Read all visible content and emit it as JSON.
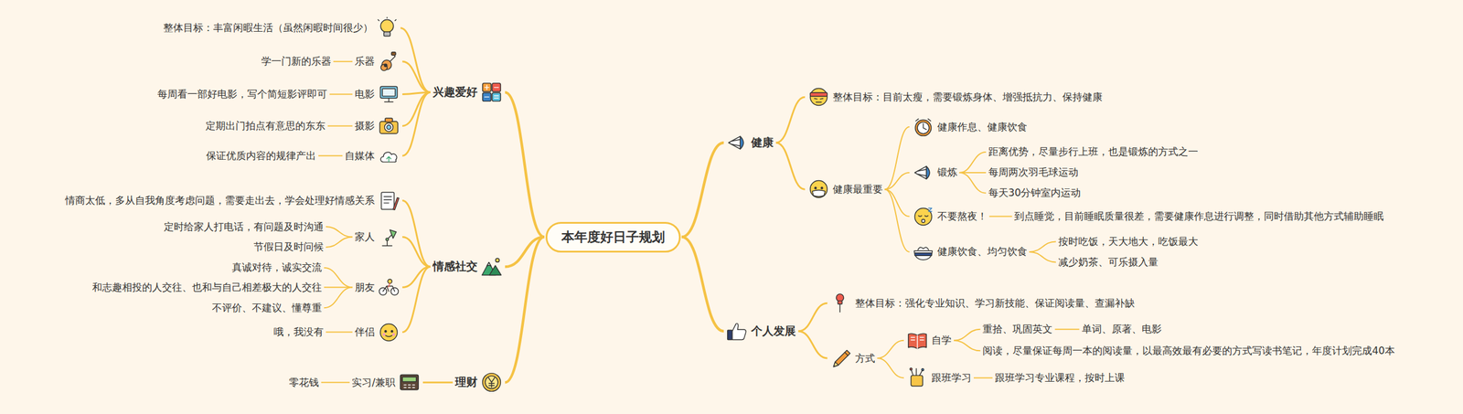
{
  "diagram": {
    "nodes": [
      {
        "text": [
          "本年度好日子规划"
        ]
      },
      {
        "text": [
          "兴趣爱好"
        ]
      },
      {
        "text": [
          "整体目标：丰富闲暇生活（虽然闲暇时间很少）"
        ]
      },
      {
        "text": [
          "乐器"
        ]
      },
      {
        "text": [
          "学一门新的乐器"
        ]
      },
      {
        "text": [
          "电影"
        ]
      },
      {
        "text": [
          "每周看一部好电影，写个简短影评即可"
        ]
      },
      {
        "text": [
          "摄影"
        ]
      },
      {
        "text": [
          "定期出门拍点有意思的东东"
        ]
      },
      {
        "text": [
          "自媒体"
        ]
      },
      {
        "text": [
          "保证优质内容的规律产出"
        ]
      },
      {
        "text": [
          "情感社交"
        ]
      },
      {
        "text": [
          "情商太低，多从自我角度考虑问题，需要走出去，学会处理好情感关系"
        ]
      },
      {
        "text": [
          "家人"
        ]
      },
      {
        "text": [
          "定时给家人打电话，有问题及时沟通"
        ]
      },
      {
        "text": [
          "节假日及时问候"
        ]
      },
      {
        "text": [
          "朋友"
        ]
      },
      {
        "text": [
          "真诚对待，诚实交流"
        ]
      },
      {
        "text": [
          "和志趣相投的人交往、也和与自己相差极大的人交往"
        ]
      },
      {
        "text": [
          "不评价、不建议、懂尊重"
        ]
      },
      {
        "text": [
          "伴侣"
        ]
      },
      {
        "text": [
          "哦，我没有"
        ]
      },
      {
        "text": [
          "理财"
        ]
      },
      {
        "text": [
          "实习/兼职"
        ]
      },
      {
        "text": [
          "零花钱"
        ]
      },
      {
        "text": [
          "健康"
        ]
      },
      {
        "text": [
          "整体目标：目前太瘦，需要锻炼身体、增强抵抗力、保持健康"
        ]
      },
      {
        "text": [
          "健康最重要"
        ]
      },
      {
        "text": [
          "健康作息、健康饮食"
        ]
      },
      {
        "text": [
          "锻炼"
        ]
      },
      {
        "text": [
          "距离优势，尽量步行上班，也是锻炼的方式之一"
        ]
      },
      {
        "text": [
          "每周两次羽毛球运动"
        ]
      },
      {
        "text": [
          "每天30分钟室内运动"
        ]
      },
      {
        "text": [
          "不要熬夜！"
        ]
      },
      {
        "text": [
          "到点睡觉，目前睡眠质量很差，需要健康作息进行调整，同时借助其他方式辅助睡眠"
        ]
      },
      {
        "text": [
          "健康饮食、均匀饮食"
        ]
      },
      {
        "text": [
          "按时吃饭，天大地大，吃饭最大"
        ]
      },
      {
        "text": [
          "减少奶茶、可乐摄入量"
        ]
      },
      {
        "text": [
          "个人发展"
        ]
      },
      {
        "text": [
          "整体目标：强化专业知识、学习新技能、保证阅读量、查漏补缺"
        ]
      },
      {
        "text": [
          "方式"
        ]
      },
      {
        "text": [
          "自学"
        ]
      },
      {
        "text": [
          "重拾、巩固英文"
        ]
      },
      {
        "text": [
          "单词、原著、电影"
        ]
      },
      {
        "text": [
          "阅读，尽量保证每周一本的阅读量，以最高效最有必要的方式写读书笔记，年度计划完成40本"
        ]
      },
      {
        "text": [
          "跟班学习"
        ]
      },
      {
        "text": [
          "跟班学习专业课程，按时上课"
        ]
      }
    ],
    "edges": [
      {
        "from": 0,
        "to": 1,
        "arrow": "none"
      },
      {
        "from": 1,
        "to": 2,
        "arrow": "none"
      },
      {
        "from": 1,
        "to": 3,
        "arrow": "none"
      },
      {
        "from": 3,
        "to": 4,
        "arrow": "none"
      },
      {
        "from": 1,
        "to": 5,
        "arrow": "none"
      },
      {
        "from": 5,
        "to": 6,
        "arrow": "none"
      },
      {
        "from": 1,
        "to": 7,
        "arrow": "none"
      },
      {
        "from": 7,
        "to": 8,
        "arrow": "none"
      },
      {
        "from": 1,
        "to": 9,
        "arrow": "none"
      },
      {
        "from": 9,
        "to": 10,
        "arrow": "none"
      },
      {
        "from": 0,
        "to": 11,
        "arrow": "none"
      },
      {
        "from": 11,
        "to": 12,
        "arrow": "none"
      },
      {
        "from": 11,
        "to": 13,
        "arrow": "none"
      },
      {
        "from": 13,
        "to": 14,
        "arrow": "none"
      },
      {
        "from": 13,
        "to": 15,
        "arrow": "none"
      },
      {
        "from": 11,
        "to": 16,
        "arrow": "none"
      },
      {
        "from": 16,
        "to": 17,
        "arrow": "none"
      },
      {
        "from": 16,
        "to": 18,
        "arrow": "none"
      },
      {
        "from": 16,
        "to": 19,
        "arrow": "none"
      },
      {
        "from": 11,
        "to": 20,
        "arrow": "none"
      },
      {
        "from": 20,
        "to": 21,
        "arrow": "none"
      },
      {
        "from": 0,
        "to": 22,
        "arrow": "none"
      },
      {
        "from": 22,
        "to": 23,
        "arrow": "none"
      },
      {
        "from": 23,
        "to": 24,
        "arrow": "none"
      },
      {
        "from": 0,
        "to": 25,
        "arrow": "none"
      },
      {
        "from": 25,
        "to": 26,
        "arrow": "none"
      },
      {
        "from": 25,
        "to": 27,
        "arrow": "none"
      },
      {
        "from": 27,
        "to": 28,
        "arrow": "none"
      },
      {
        "from": 27,
        "to": 29,
        "arrow": "none"
      },
      {
        "from": 29,
        "to": 30,
        "arrow": "none"
      },
      {
        "from": 29,
        "to": 31,
        "arrow": "none"
      },
      {
        "from": 29,
        "to": 32,
        "arrow": "none"
      },
      {
        "from": 27,
        "to": 33,
        "arrow": "none"
      },
      {
        "from": 33,
        "to": 34,
        "arrow": "none"
      },
      {
        "from": 27,
        "to": 35,
        "arrow": "none"
      },
      {
        "from": 35,
        "to": 36,
        "arrow": "none"
      },
      {
        "from": 35,
        "to": 37,
        "arrow": "none"
      },
      {
        "from": 0,
        "to": 38,
        "arrow": "none"
      },
      {
        "from": 38,
        "to": 39,
        "arrow": "none"
      },
      {
        "from": 38,
        "to": 40,
        "arrow": "none"
      },
      {
        "from": 40,
        "to": 41,
        "arrow": "none"
      },
      {
        "from": 41,
        "to": 42,
        "arrow": "none"
      },
      {
        "from": 42,
        "to": 43,
        "arrow": "none"
      },
      {
        "from": 41,
        "to": 44,
        "arrow": "none"
      },
      {
        "from": 40,
        "to": 45,
        "arrow": "none"
      },
      {
        "from": 45,
        "to": 46,
        "arrow": "none"
      }
    ]
  }
}
